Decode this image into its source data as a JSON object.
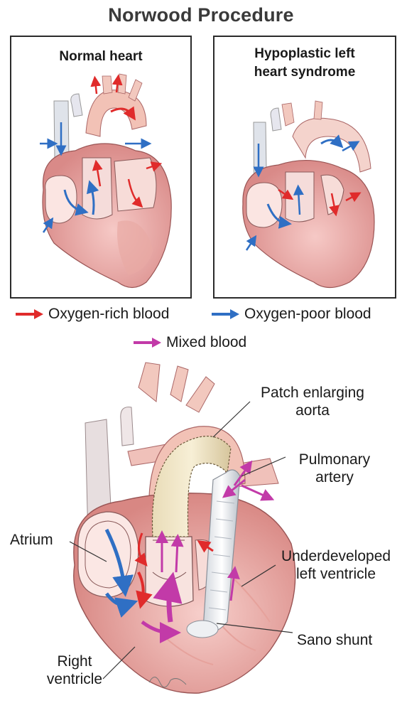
{
  "title": "Norwood Procedure",
  "panels": {
    "normal": {
      "title": "Normal heart"
    },
    "hlhs": {
      "title_line1": "Hypoplastic left",
      "title_line2": "heart syndrome"
    }
  },
  "legend": {
    "oxygen_rich": {
      "label": "Oxygen-rich blood",
      "color": "#e02b2b",
      "icon": "red-arrow-icon"
    },
    "oxygen_poor": {
      "label": "Oxygen-poor blood",
      "color": "#2f6fc4",
      "icon": "blue-arrow-icon"
    },
    "mixed": {
      "label": "Mixed blood",
      "color": "#c23aa8",
      "icon": "magenta-arrow-icon"
    }
  },
  "callouts": {
    "patch_line1": "Patch enlarging",
    "patch_line2": "aorta",
    "pulmonary_line1": "Pulmonary",
    "pulmonary_line2": "artery",
    "atrium": "Atrium",
    "underdeveloped_line1": "Underdeveloped",
    "underdeveloped_line2": "left ventricle",
    "sano": "Sano shunt",
    "rv_line1": "Right",
    "rv_line2": "ventricle"
  }
}
